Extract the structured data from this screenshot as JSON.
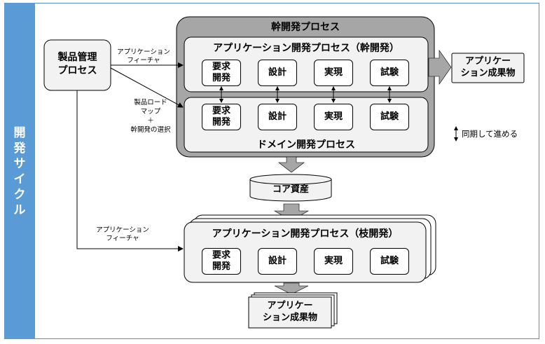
{
  "sidebar": {
    "label": "開\n発\nサ\nイ\nク\nル"
  },
  "product_mgmt": {
    "label": "製品管理\nプロセス"
  },
  "core_process": {
    "title": "幹開発プロセス"
  },
  "app_core": {
    "title": "アプリケーション開発プロセス（幹開発）"
  },
  "domain": {
    "title": "ドメイン開発プロセス"
  },
  "app_branch": {
    "title": "アプリケーション開発プロセス（枝開発）"
  },
  "steps": {
    "req": "要求\n開発",
    "design": "設計",
    "impl": "実現",
    "test": "試験"
  },
  "flow_labels": {
    "app_feature_top": "アプリケーション\nフィーチャ",
    "roadmap": "製品ロード\nマップ\n＋\n幹開発の選択",
    "app_feature_bottom": "アプリケーション\nフィーチャ"
  },
  "core_assets": {
    "label": "コア資産"
  },
  "product_top": {
    "label": "アプリケー\nション成果物"
  },
  "product_bottom": {
    "label": "アプリケー\nション成果物"
  },
  "legend": {
    "label": "同期して進める",
    "icon": "sync-arrow-icon"
  }
}
